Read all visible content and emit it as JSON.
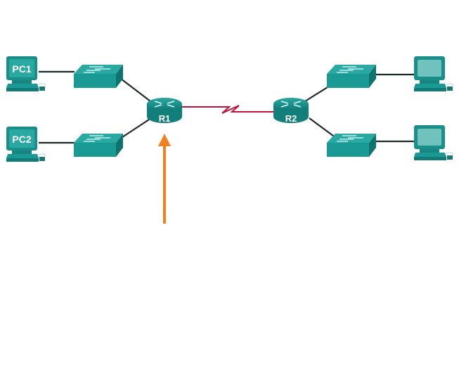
{
  "diagram": {
    "devices": {
      "pc1": "PC1",
      "pc2": "PC2",
      "r1": "R1",
      "r2": "R2"
    },
    "colors": {
      "device": "#1a9a94",
      "ethernet_link": "#1e2a2a",
      "serial_link": "#c0143c",
      "arrow": "#f08020"
    }
  }
}
